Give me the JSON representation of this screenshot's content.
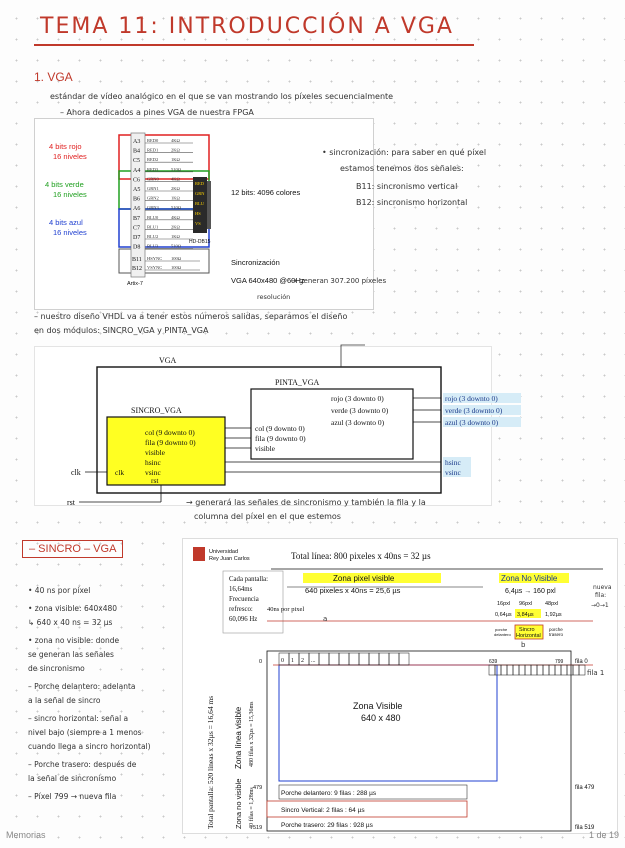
{
  "title": "TEMA 11: INTRODUCCIÓN A VGA",
  "section1": {
    "heading": "1. VGA",
    "line1": "estándar de vídeo analógico en el que se van mostrando los píxeles secuencialmente",
    "line2": "– Ahora dedicados a pines VGA de nuestra FPGA"
  },
  "fig1": {
    "pins_red": [
      "A3",
      "B4",
      "C5",
      "A4"
    ],
    "pins_green": [
      "C6",
      "A5",
      "B6",
      "A6"
    ],
    "pins_blue": [
      "B7",
      "C7",
      "D7",
      "D8"
    ],
    "pins_sync": [
      "B11",
      "B12"
    ],
    "sig_red": [
      "RED0",
      "RED1",
      "RED2",
      "RED3"
    ],
    "sig_green": [
      "GRN0",
      "GRN1",
      "GRN2",
      "GRN3"
    ],
    "sig_blue": [
      "BLU0",
      "BLU1",
      "BLU2",
      "BLU3"
    ],
    "sig_sync": [
      "HSYNC",
      "VSYNC"
    ],
    "res": [
      "4KΩ",
      "2KΩ",
      "1KΩ",
      "510Ω"
    ],
    "res_sync": [
      "100Ω",
      "100Ω"
    ],
    "label_red": "4 bits rojo\n16 niveles",
    "label_green": "4 bits verde\n16 niveles",
    "label_blue": "4 bits azul\n16 niveles",
    "bits12": "12 bits: 4096 colores",
    "conn": [
      "RED",
      "GRN",
      "BLU",
      "HS",
      "VS"
    ],
    "conn_name": "HD-DB15",
    "chip": "Artix-7",
    "sync_title": "Sincronización",
    "sync_line": "VGA 640x480 @60Hz",
    "sync_note": "→ generan 307.200 píxeles",
    "sync_note2": "resolución"
  },
  "sync_notes": {
    "l1": "• sincronización: para saber en qué píxel",
    "l2": "estamos tenemos dos señales:",
    "l3": "B11: sincronismo vertical",
    "l4": "B12: sincronismo horizontal"
  },
  "design_note": {
    "l1": "– nuestro diseño VHDL va a tener estos números salidas, separamos el diseño",
    "l2": "en dos módulos: SINCRO_VGA y PINTA_VGA"
  },
  "fig2": {
    "vga": "VGA",
    "pinta": "PINTA_VGA",
    "sincro": "SINCRO_VGA",
    "pinta_in": [
      "col (9 downto 0)",
      "fila (9 downto 0)",
      "visible"
    ],
    "pinta_out": [
      "rojo (3 downto 0)",
      "verde (3 downto 0)",
      "azul (3 downto 0)"
    ],
    "sincro_out": [
      "col (9 downto 0)",
      "fila (9 downto 0)",
      "visible",
      "hsinc",
      "vsinc"
    ],
    "ext_out": [
      "rojo (3 downto 0)",
      "verde (3 downto 0)",
      "azul (3 downto 0)",
      "hsinc",
      "vsinc"
    ],
    "clk": "clk",
    "rst": "rst",
    "clk_pin": "clk",
    "rst_pin": "rst"
  },
  "after_fig2": {
    "l1": "→ generará las señales de sincronismo y también la fila y la",
    "l2": "columna del píxel en el que estemos"
  },
  "section2": {
    "heading": "– SINCRO – VGA",
    "items": [
      "• 40 ns por píxel",
      "• zona visible: 640x480",
      "↳ 640 x 40 ns = 32 µs",
      "• zona no visible: donde",
      "se generan las señales",
      "de sincronismo",
      "– Porche delantero: adelanta",
      "a la señal de sincro",
      "– sincro horizontal: señal a",
      "nivel bajo (siempre a 1 menos",
      "cuando llega a sincro horizontal)",
      "– Porche trasero: después de",
      "la señal de sincronismo",
      "– Píxel 799 → nueva fila"
    ]
  },
  "fig3": {
    "uni": "Universidad\nRey Juan Carlos",
    "total_line": "Total línea: 800 pixeles x 40ns = 32 µs",
    "cada_pantalla": "Cada pantalla:\n16,64ms\nFrecuencia\nrefresco:\n60,096 Hz",
    "zona_pixel": "Zona pixel visible",
    "zona_pixel_calc": "640 pixeles x 40ns = 25,6 µs",
    "zona_no_visible": "Zona No Visible",
    "zona_no_visible_calc": "6,4µs → 160 pxl",
    "ns_pixel": "40ns por pixel",
    "px16": "16pxl",
    "px96": "96pxl",
    "px48": "48pxl",
    "t16": "0,64µs",
    "t96": "3,84µs",
    "t48": "1,92µs",
    "porche_del": "porche\ndelantero",
    "sincro_h": "Sincro\nHorizontal",
    "porche_tr": "porche\ntrasero",
    "zona_visible": "Zona Visible\n640 x 480",
    "total_pantalla": "Total pantalla: 520 líneas x 32µs = 16,64 ms",
    "zona_linea_visible": "Zona línea visible",
    "zona_linea_calc": "480 filas x 32µs = 15,36ms",
    "zona_no_visible_v": "Zona no visible",
    "zona_no_visible_v_calc": "40 filas = 1,28ms",
    "fila0": "fila 0",
    "fila479": "fila 479",
    "fila519": "fila 519",
    "row0": "0",
    "row479": "479",
    "row519": "519",
    "cols": [
      "0",
      "1",
      "2",
      "..."
    ],
    "col639": "639",
    "col799": "799",
    "porche_delantero_v": "Porche delantero: 9 filas : 288 µs",
    "sincro_vertical": "Sincro Vertical: 2 filas : 64 µs",
    "porche_trasero_v": "Porche trasero: 29 filas : 928 µs",
    "hand_nueva_fila": "nueva\nfila:\n→0→1",
    "hand_fila1": "fila 1",
    "hand_a": "a",
    "hand_b": "b"
  },
  "footer": {
    "left": "Memorias",
    "right": "1 de 19"
  }
}
